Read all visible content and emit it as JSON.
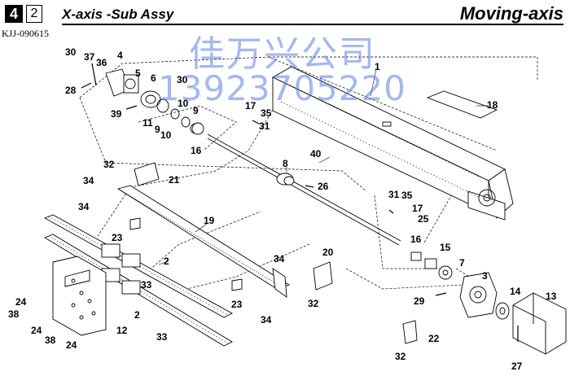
{
  "header": {
    "page_number": "4",
    "sheet_number": "2",
    "title": "X-axis -Sub Assy",
    "document_code": "KJJ-090615",
    "section": "Moving-axis"
  },
  "watermark": {
    "line1": "佳万兴公司",
    "line2": "13923705220",
    "color": "#5b7fe0"
  },
  "callouts": {
    "c1": "1",
    "c2a": "2",
    "c2b": "2",
    "c3": "3",
    "c4": "4",
    "c5": "5",
    "c6": "6",
    "c7": "7",
    "c8": "8",
    "c9a": "9",
    "c9b": "9",
    "c10a": "10",
    "c10b": "10",
    "c11": "11",
    "c12": "12",
    "c13": "13",
    "c14": "14",
    "c15": "15",
    "c16a": "16",
    "c16b": "16",
    "c17a": "17",
    "c17b": "17",
    "c18": "18",
    "c19": "19",
    "c20": "20",
    "c21": "21",
    "c22": "22",
    "c23a": "23",
    "c23b": "23",
    "c24a": "24",
    "c24b": "24",
    "c24c": "24",
    "c25": "25",
    "c26": "26",
    "c27": "27",
    "c28": "28",
    "c29": "29",
    "c30a": "30",
    "c30b": "30",
    "c31a": "31",
    "c31b": "31",
    "c32a": "32",
    "c32b": "32",
    "c32c": "32",
    "c33a": "33",
    "c33b": "33",
    "c34a": "34",
    "c34b": "34",
    "c34c": "34",
    "c34d": "34",
    "c35a": "35",
    "c35b": "35",
    "c36": "36",
    "c37": "37",
    "c38a": "38",
    "c38b": "38",
    "c39": "39",
    "c40": "40"
  }
}
